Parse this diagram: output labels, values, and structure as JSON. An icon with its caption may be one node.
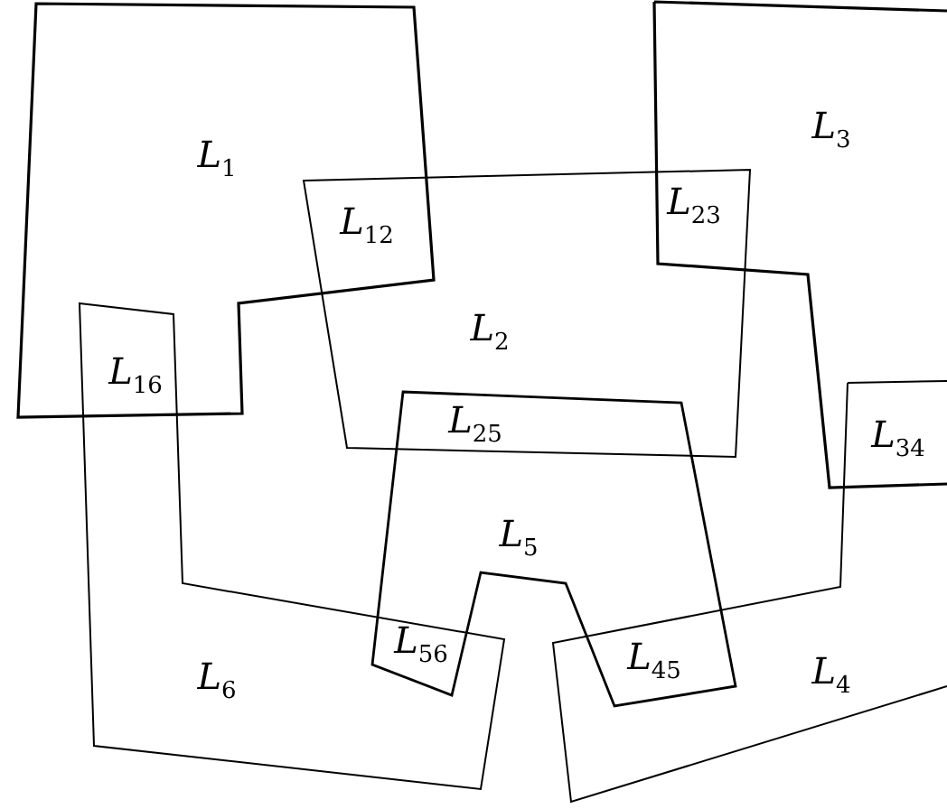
{
  "diagram": {
    "labels": [
      "L$_{1}$",
      "L$_{3}$",
      "L$_{12}$",
      "L$_{23}$",
      "L$_{2}$",
      "L$_{16}$",
      "L$_{25}$",
      "L$_{34}$",
      "L$_{5}$",
      "L$_{56}$",
      "L$_{45}$",
      "L$_{6}$",
      "L$_{4}$"
    ]
  }
}
